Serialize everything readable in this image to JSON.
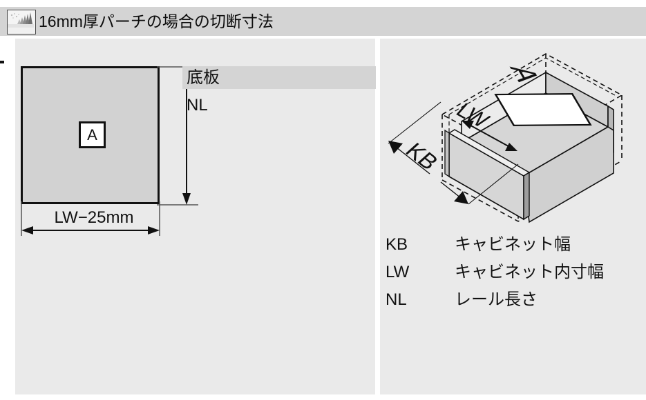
{
  "header": {
    "icon": "image-thumbnail-icon",
    "title": "16mm厚パーチの場合の切断寸法",
    "background": "#d4d4d4"
  },
  "colors": {
    "panel_background": "#eaeaea",
    "header_background": "#d4d4d4",
    "highlight_background": "#d4d4d4",
    "plate_fill": "#d2d2d2",
    "outline": "#111111",
    "page_background": "#ffffff"
  },
  "left_panel": {
    "plate_label": "A",
    "width_dimension": "LW−25mm",
    "height_labels": {
      "title": "底板",
      "value": "NL"
    }
  },
  "right_panel": {
    "drawing_labels": {
      "depth": "KB",
      "width": "LW",
      "part": "A"
    },
    "legend": [
      {
        "key": "KB",
        "value": "キャビネット幅"
      },
      {
        "key": "LW",
        "value": "キャビネット内寸幅"
      },
      {
        "key": "NL",
        "value": "レール長さ"
      }
    ]
  }
}
